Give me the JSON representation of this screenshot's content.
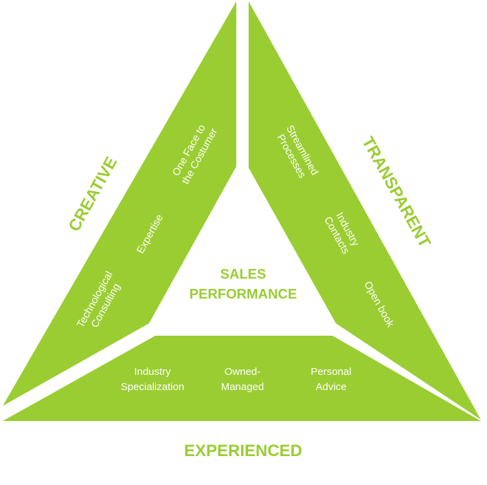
{
  "colors": {
    "accent": "#9acd32",
    "text_on_accent": "#ffffff",
    "background": "#ffffff"
  },
  "center": {
    "line1": "SALES",
    "line2": "PERFORMANCE"
  },
  "labels": {
    "creative": "CREATIVE",
    "transparent": "TRANSPARENT",
    "experienced": "EXPERIENCED"
  },
  "creative_items": [
    {
      "line1": "One Face to",
      "line2": "the Costumer"
    },
    {
      "line1": "Expertise"
    },
    {
      "line1": "Technological",
      "line2": "Consulting"
    }
  ],
  "transparent_items": [
    {
      "line1": "Streamlined",
      "line2": "Processes"
    },
    {
      "line1": "Industry",
      "line2": "Contacts"
    },
    {
      "line1": "Open book"
    }
  ],
  "experienced_items": [
    {
      "line1": "Industry",
      "line2": "Specialization"
    },
    {
      "line1": "Owned-",
      "line2": "Managed"
    },
    {
      "line1": "Personal",
      "line2": "Advice"
    }
  ]
}
